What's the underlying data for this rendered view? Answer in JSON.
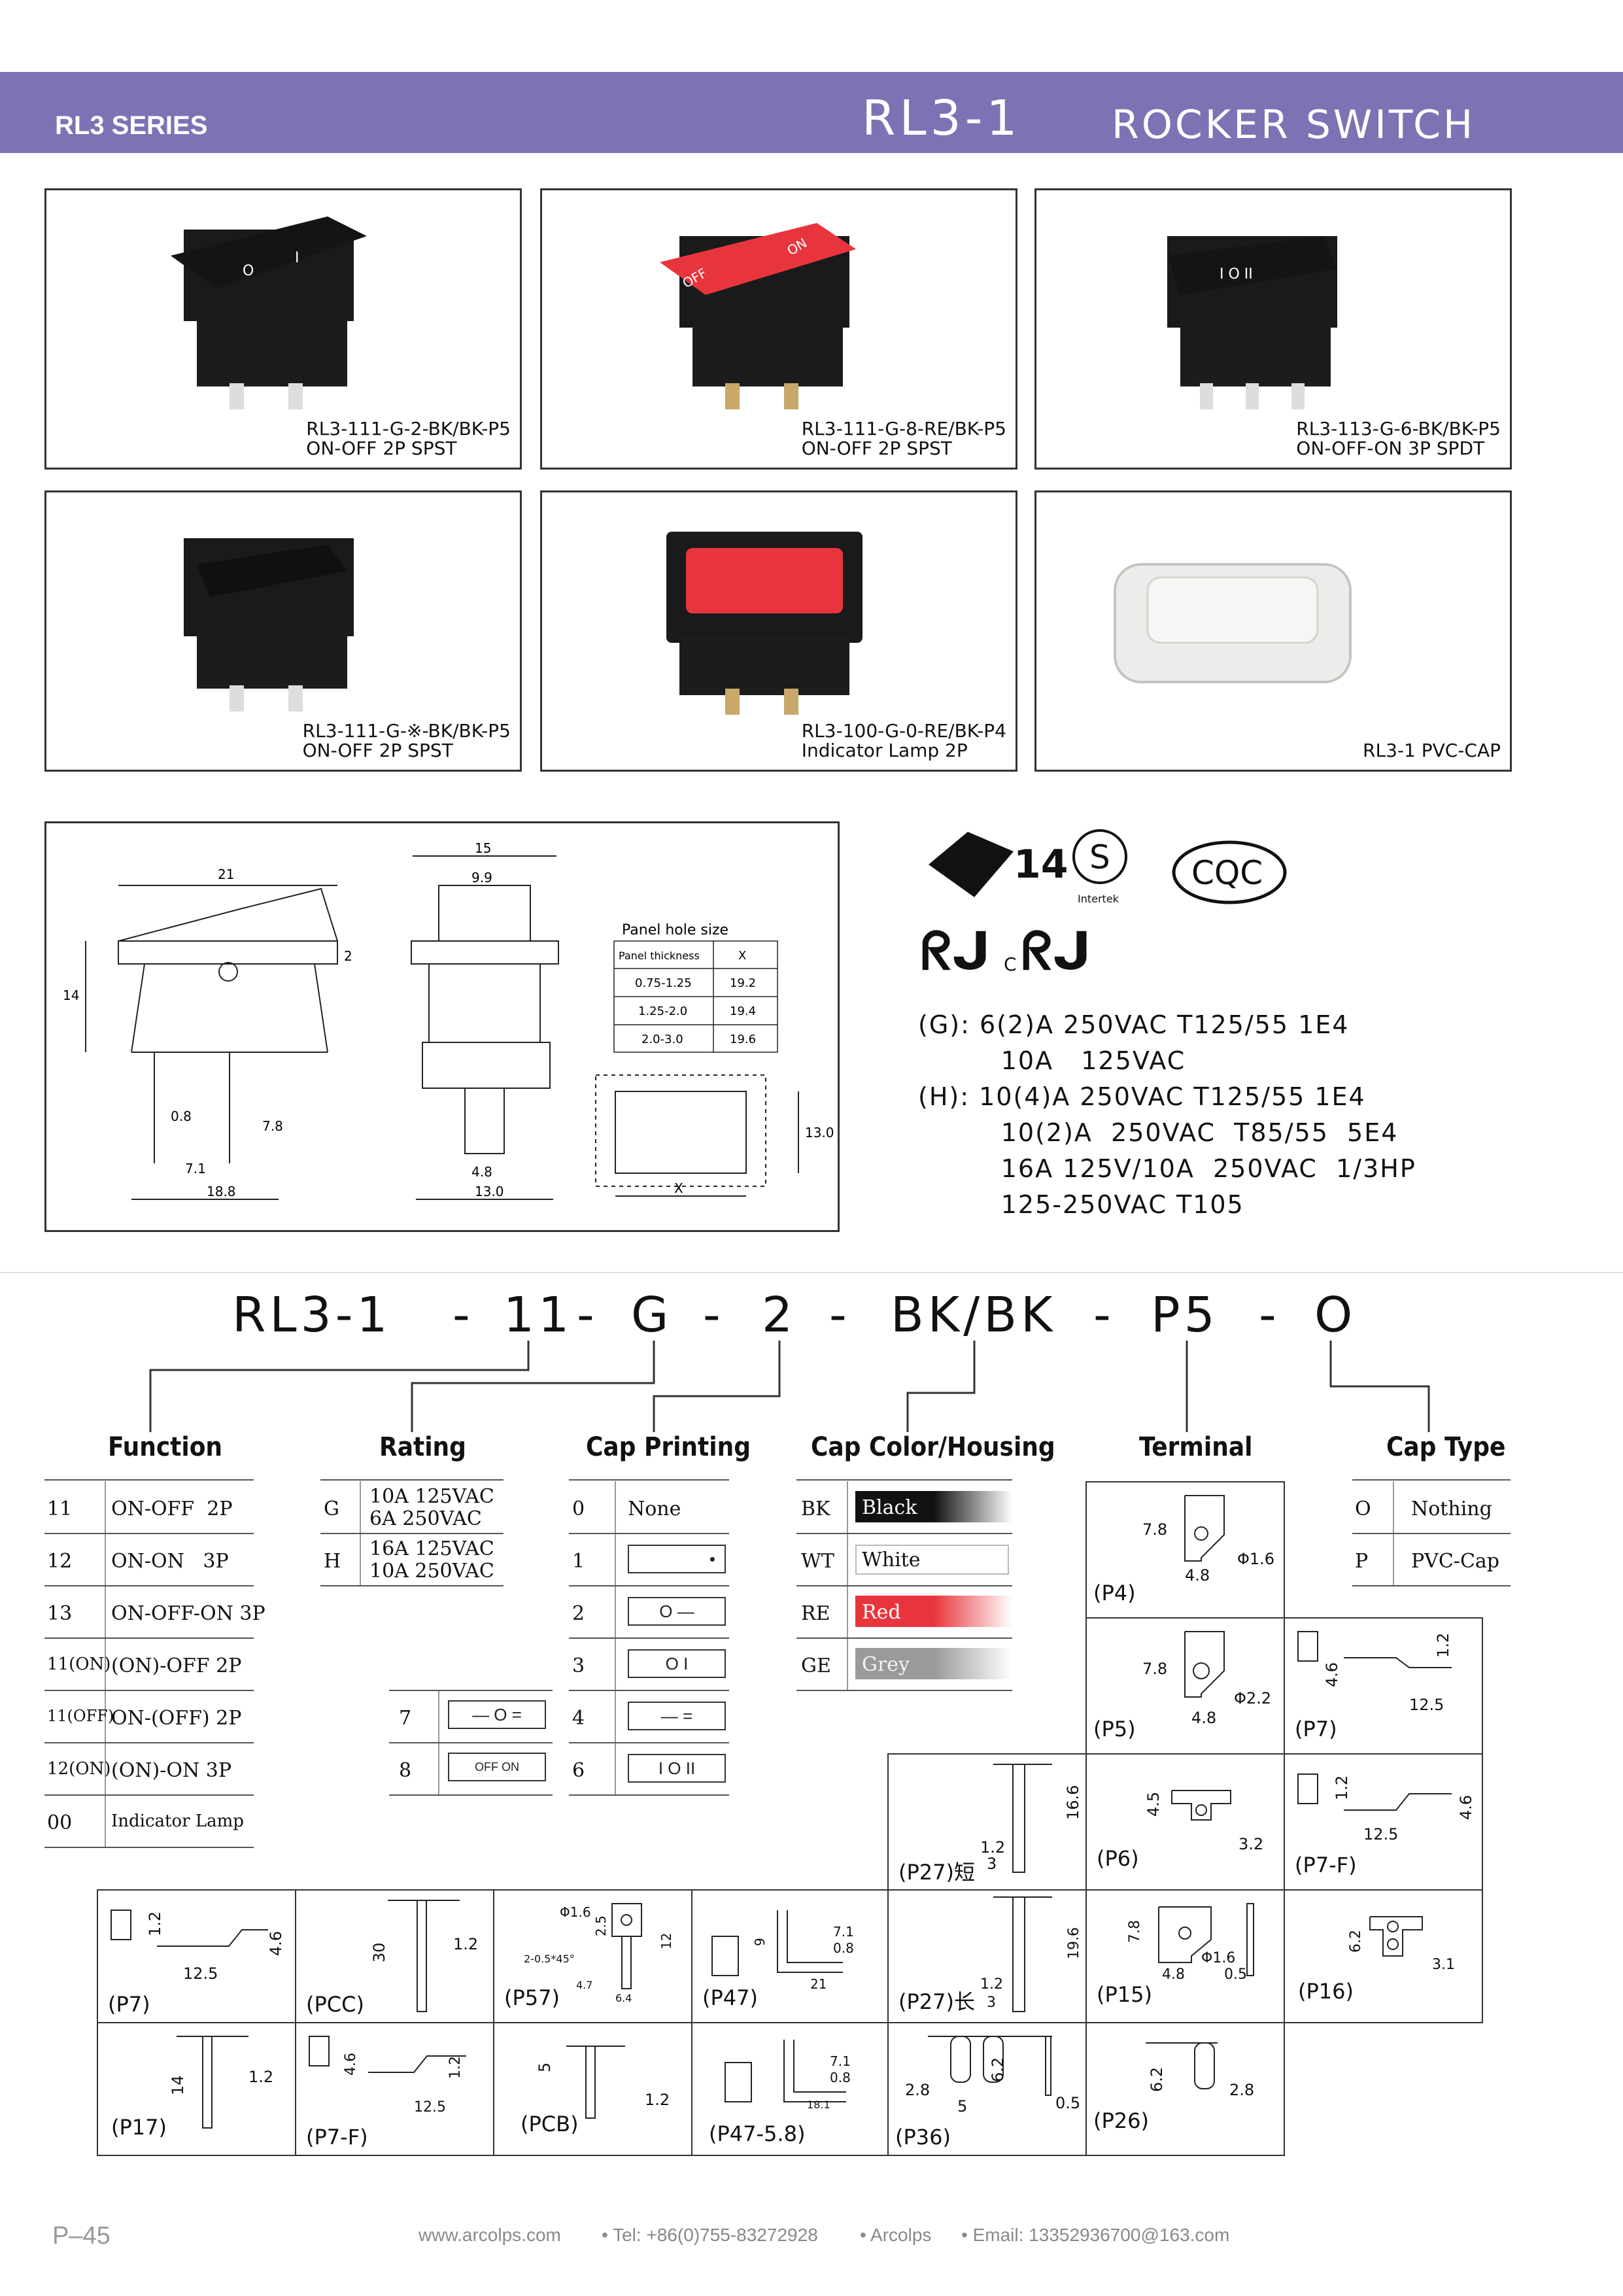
{
  "header": {
    "series": "RL3 SERIES",
    "model": "RL3-1",
    "type": "ROCKER SWITCH"
  },
  "products": [
    {
      "line1": "RL3-111-G-2-BK/BK-P5",
      "line2": "ON-OFF 2P SPST",
      "cap_text": "O  I",
      "cap_color": "#141414"
    },
    {
      "line1": "RL3-111-G-8-RE/BK-P5",
      "line2": "ON-OFF 2P SPST",
      "cap_text": "OFF ON",
      "cap_color": "#e8353d"
    },
    {
      "line1": "RL3-113-G-6-BK/BK-P5",
      "line2": "ON-OFF-ON 3P SPDT",
      "cap_text": "I O II",
      "cap_color": "#141414"
    },
    {
      "line1": "RL3-111-G-※-BK/BK-P5",
      "line2": "ON-OFF 2P SPST",
      "cap_text": "",
      "cap_color": "#141414"
    },
    {
      "line1": "RL3-100-G-0-RE/BK-P4",
      "line2": "Indicator Lamp 2P",
      "cap_text": "",
      "cap_color": "#e8353d"
    },
    {
      "line1": "RL3-1  PVC-CAP",
      "line2": "",
      "cap_text": "",
      "cap_color": "#e8e8e0"
    }
  ],
  "drawing": {
    "dims_front": [
      "21",
      "2",
      "14",
      "0.8",
      "7.8",
      "7.1",
      "18.8"
    ],
    "dims_side": [
      "15",
      "9.9",
      "4.8",
      "13.0"
    ],
    "panel_title": "Panel hole size",
    "panel_header": [
      "Panel thickness",
      "X"
    ],
    "panel_rows": [
      [
        "0.75-1.25",
        "19.2"
      ],
      [
        "1.25-2.0",
        "19.4"
      ],
      [
        "2.0-3.0",
        "19.6"
      ]
    ],
    "hole_dims": [
      "13.0",
      "X"
    ]
  },
  "certs": {
    "enec": "14",
    "cqc": "CQC",
    "intertek": "Intertek",
    "ul": "ᖇᒍ",
    "cul_prefix": "C",
    "ratings": [
      "(G):  6(2)A  250VAC  T125/55  1E4",
      "         10A   125VAC",
      "(H):  10(4)A  250VAC  T125/55  1E4",
      "         10(2)A  250VAC  T85/55  5E4",
      "         16A 125V/10A  250VAC  1/3HP",
      "         125-250VAC T105"
    ]
  },
  "code": {
    "parts": [
      "RL3-1",
      "-",
      "11",
      "-",
      "G",
      "-",
      "2",
      "-",
      "BK/BK",
      "-",
      "P5",
      "-",
      "O"
    ]
  },
  "sections": {
    "function": {
      "title": "Function",
      "rows": [
        [
          "11",
          "ON-OFF  2P"
        ],
        [
          "12",
          "ON-ON   3P"
        ],
        [
          "13",
          "ON-OFF-ON 3P"
        ],
        [
          "11(ON)",
          "(ON)-OFF 2P"
        ],
        [
          "11(OFF)",
          "ON-(OFF) 2P"
        ],
        [
          "12(ON)",
          "(ON)-ON 3P"
        ],
        [
          "00",
          "Indicator Lamp"
        ]
      ]
    },
    "rating": {
      "title": "Rating",
      "rows": [
        [
          "G",
          "10A  125VAC",
          "6A   250VAC"
        ],
        [
          "H",
          "16A  125VAC",
          "10A  250VAC"
        ]
      ]
    },
    "cap_printing": {
      "title": "Cap Printing",
      "rows": [
        [
          "0",
          "None"
        ],
        [
          "1",
          "•"
        ],
        [
          "2",
          "O  —"
        ],
        [
          "3",
          "O  I"
        ],
        [
          "4",
          "—  ="
        ],
        [
          "6",
          "I  O  II"
        ]
      ],
      "extra": [
        [
          "7",
          "—  O  ="
        ],
        [
          "8",
          "OFF  ON"
        ]
      ]
    },
    "cap_color": {
      "title": "Cap Color/Housing",
      "rows": [
        {
          "code": "BK",
          "name": "Black",
          "color": "#111111"
        },
        {
          "code": "WT",
          "name": "White",
          "color": "#ffffff"
        },
        {
          "code": "RE",
          "name": "Red",
          "color": "#e8353d"
        },
        {
          "code": "GE",
          "name": "Grey",
          "color": "#9a9a9a"
        }
      ]
    },
    "terminal": {
      "title": "Terminal"
    },
    "cap_type": {
      "title": "Cap Type",
      "rows": [
        [
          "O",
          "Nothing"
        ],
        [
          "P",
          "PVC-Cap"
        ]
      ]
    }
  },
  "terminals": [
    {
      "label": "(P4)",
      "dims": [
        "7.8",
        "4.8",
        "Φ1.6"
      ]
    },
    {
      "label": "(P5)",
      "dims": [
        "7.8",
        "4.8",
        "Φ2.2"
      ]
    },
    {
      "label": "(P7)",
      "dims": [
        "4.6",
        "1.2",
        "12.5"
      ]
    },
    {
      "label": "(P27)短",
      "dims": [
        "16.6",
        "1.2",
        "3"
      ]
    },
    {
      "label": "(P6)",
      "dims": [
        "4.5",
        "3.2"
      ]
    },
    {
      "label": "(P7-F)",
      "dims": [
        "1.2",
        "4.6",
        "12.5"
      ]
    },
    {
      "label": "(P7)",
      "dims": [
        "1.2",
        "4.6",
        "12.5"
      ]
    },
    {
      "label": "(PCC)",
      "dims": [
        "30",
        "1.2"
      ]
    },
    {
      "label": "(P57)",
      "dims": [
        "Φ1.6",
        "2.5",
        "12",
        "2-0.5*45°",
        "4.7",
        "6.4"
      ]
    },
    {
      "label": "(P47)",
      "dims": [
        "9",
        "7.1",
        "0.8",
        "21"
      ]
    },
    {
      "label": "(P27)长",
      "dims": [
        "19.6",
        "1.2",
        "3"
      ]
    },
    {
      "label": "(P15)",
      "dims": [
        "7.8",
        "4.8",
        "Φ1.6",
        "0.5"
      ]
    },
    {
      "label": "(P16)",
      "dims": [
        "6.2",
        "3.1"
      ]
    },
    {
      "label": "(P17)",
      "dims": [
        "14",
        "1.2"
      ]
    },
    {
      "label": "(P7-F)",
      "dims": [
        "4.6",
        "1.2",
        "12.5"
      ]
    },
    {
      "label": "(PCB)",
      "dims": [
        "5",
        "1.2"
      ]
    },
    {
      "label": "(P47-5.8)",
      "dims": [
        "7.1",
        "0.8",
        "18.1"
      ]
    },
    {
      "label": "(P36)",
      "dims": [
        "2.8",
        "6.2",
        "5",
        "0.5"
      ]
    },
    {
      "label": "(P26)",
      "dims": [
        "6.2",
        "2.8"
      ]
    }
  ],
  "footer": {
    "page": "P–45",
    "web": "www.arcolps.com",
    "tel": "• Tel: +86(0)755-83272928",
    "brand": "• Arcolps",
    "email": "• Email: 13352936700@163.com"
  }
}
